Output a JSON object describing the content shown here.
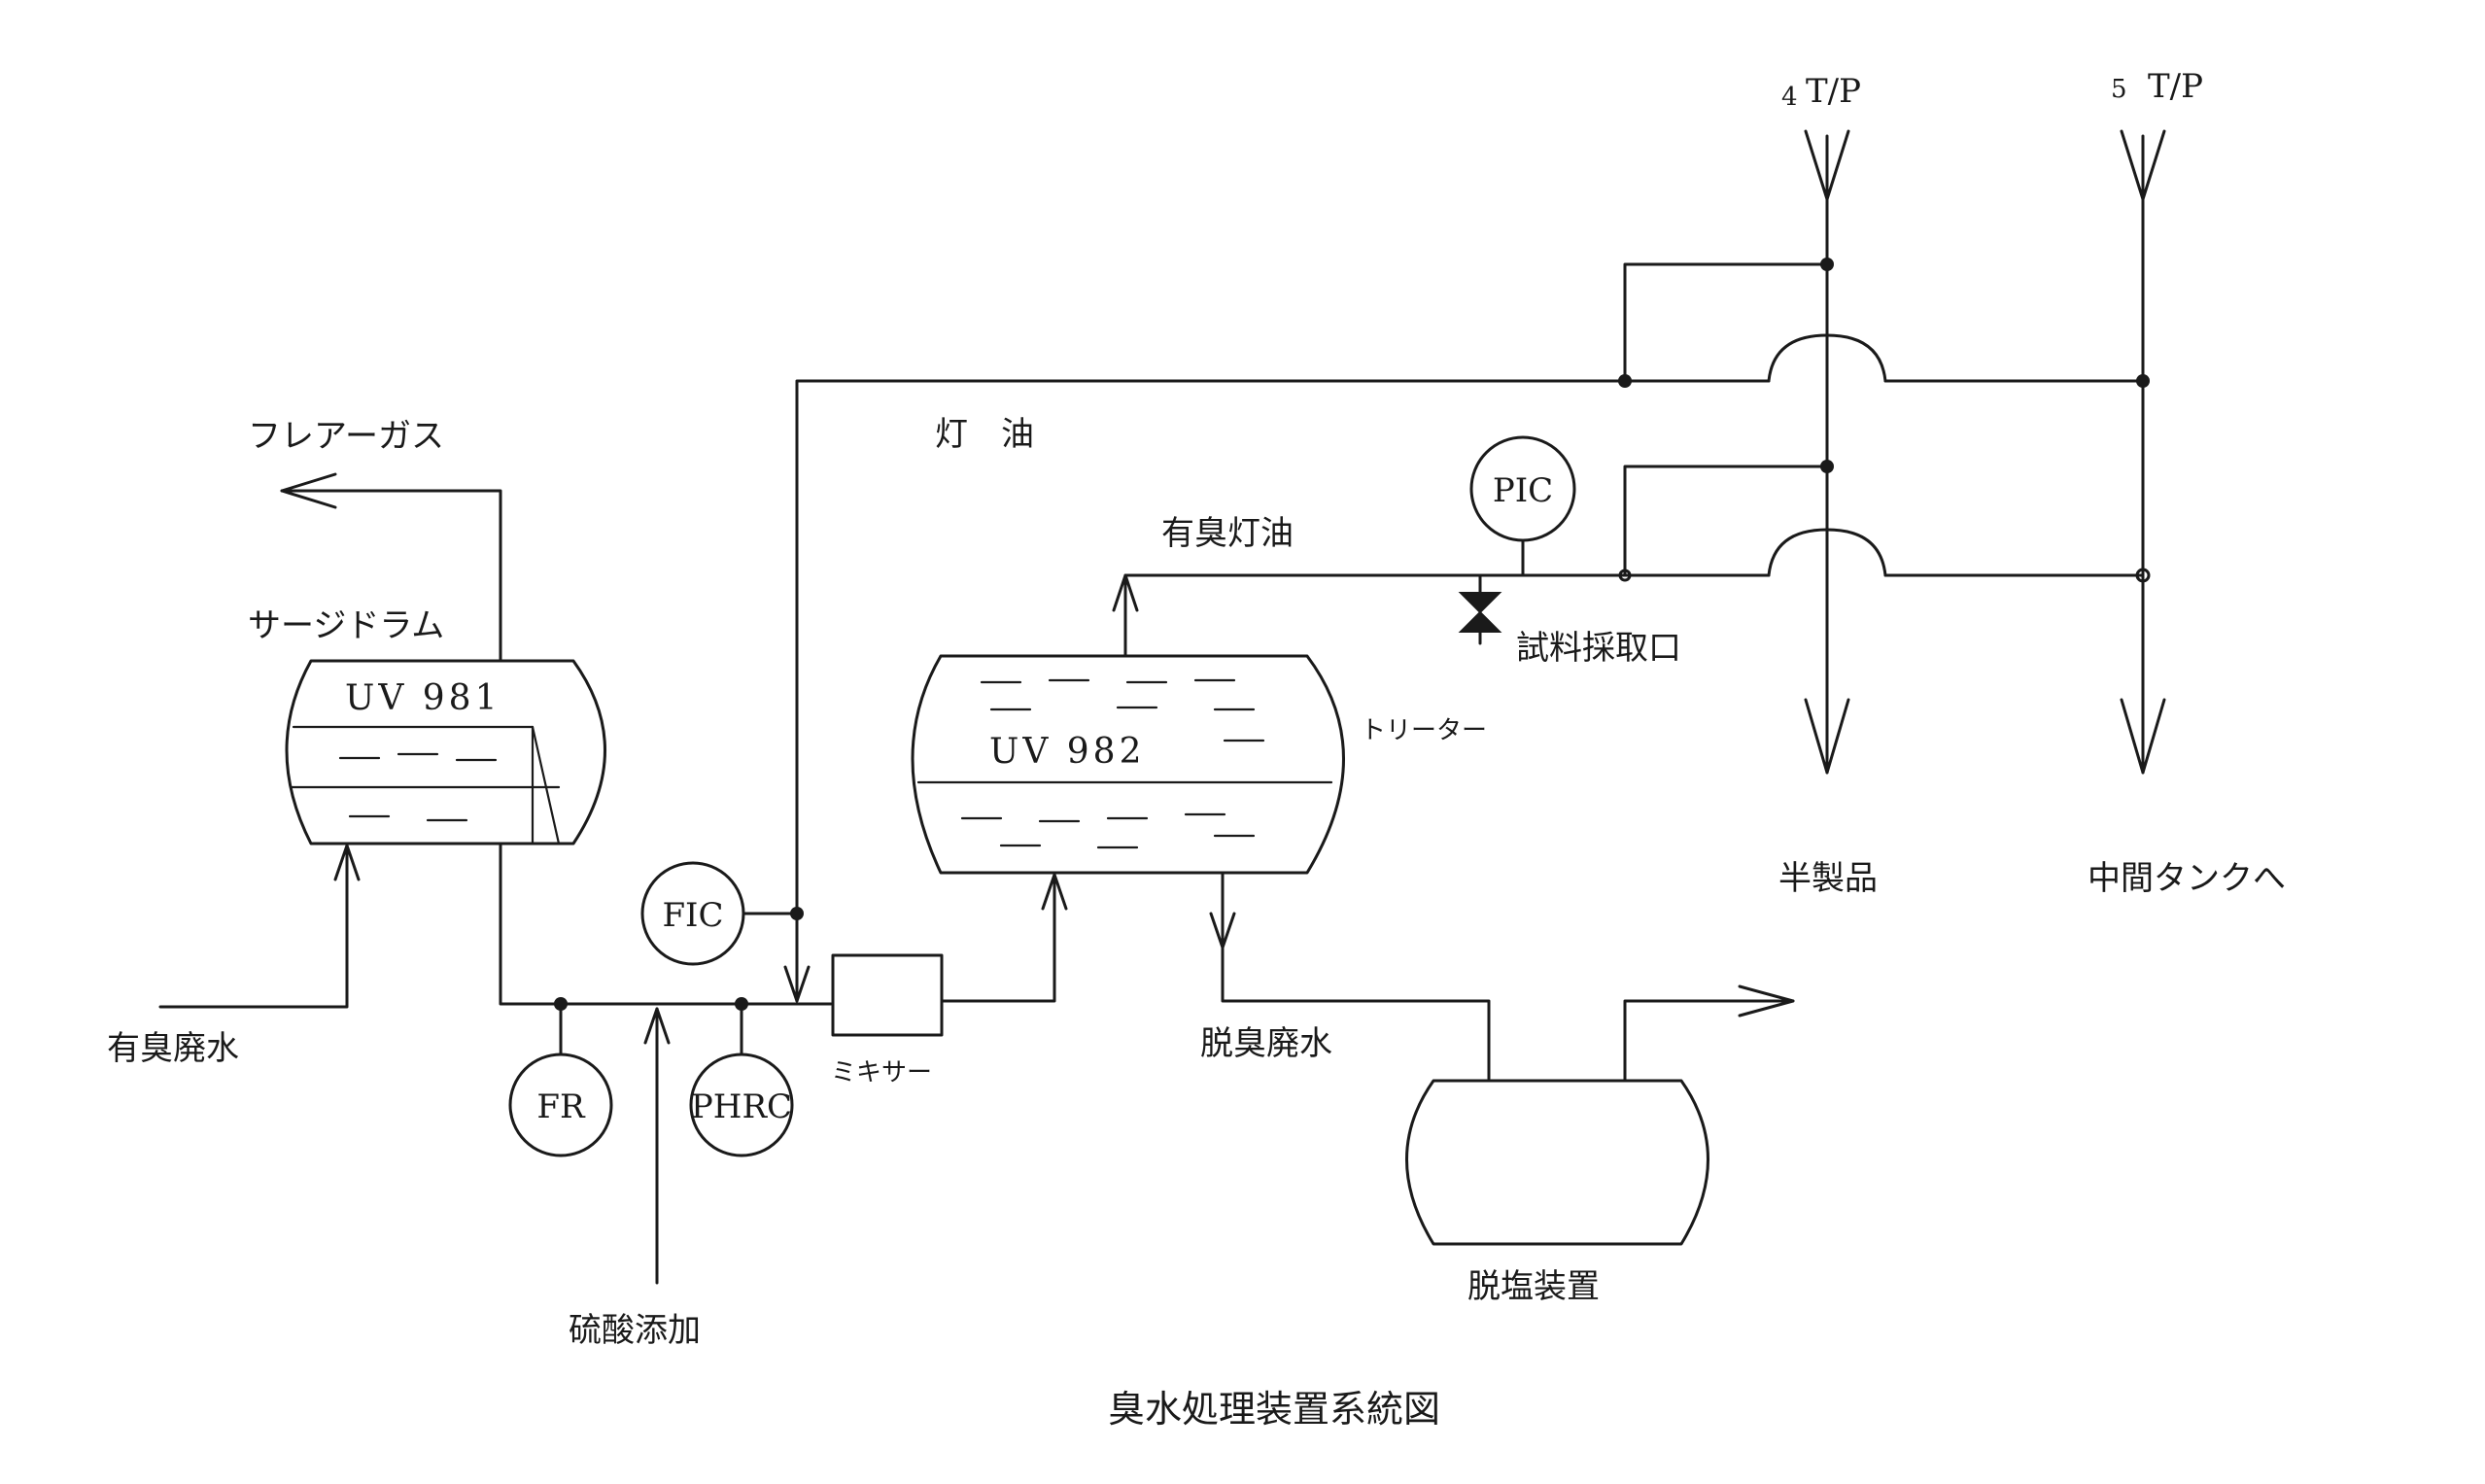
{
  "title": "臭水処理装置系統図",
  "labels": {
    "flare_gas": "フレアーガス",
    "surge_drum": "サージドラム",
    "sour_water_in": "有臭廃水",
    "sulfuric_acid": "硫酸添加",
    "mixer": "ミキサー",
    "kerosene": "灯　油",
    "sour_kerosene": "有臭灯油",
    "sample_point": "試料採取口",
    "treater": "トリーター",
    "deodorized_water": "脱臭廃水",
    "desalter": "脱塩装置",
    "semi_product": "半製品",
    "to_intermediate_tank": "中間タンクへ",
    "tp4": "4",
    "tp5": "5",
    "tp_unit": "T/P"
  },
  "vessels": {
    "uv981": "UV 981",
    "uv982": "UV 982"
  },
  "instruments": {
    "fr": "FR",
    "phrc": "PHRC",
    "fic": "FIC",
    "pic": "PIC"
  }
}
